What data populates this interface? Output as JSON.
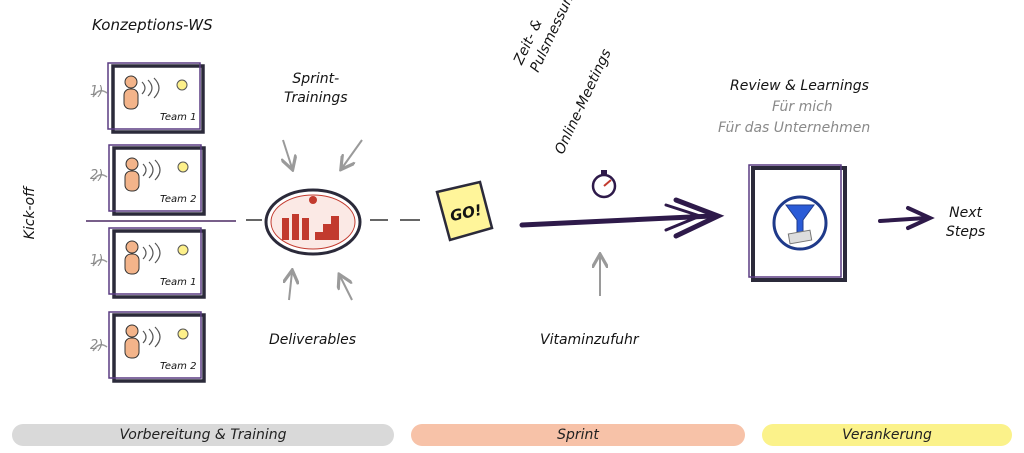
{
  "labels": {
    "kickoff": "Kick-off",
    "konzeptions_ws": "Konzeptions-WS",
    "sprint_trainings": "Sprint-\nTrainings",
    "deliverables": "Deliverables",
    "go": "GO!",
    "zeit_pulsmessungen": "Zeit- &\nPulsmessungen",
    "online_meetings": "Online-Meetings",
    "vitaminzufuhr": "Vitaminzufuhr",
    "review_learnings": "Review & Learnings",
    "fuer_mich": "Für mich",
    "fuer_unternehmen": "Für das Unternehmen",
    "next_steps": "Next\nSteps"
  },
  "workshops": [
    {
      "number": "1)",
      "team": "Team 1"
    },
    {
      "number": "2)",
      "team": "Team 2"
    },
    {
      "number": "1)",
      "team": "Team 1"
    },
    {
      "number": "2)",
      "team": "Team 2"
    }
  ],
  "phases": [
    {
      "label": "Vorbereitung & Training",
      "color": "#d9d9d9"
    },
    {
      "label": "Sprint",
      "color": "#f7c2a8"
    },
    {
      "label": "Verankerung",
      "color": "#fbf28a"
    }
  ],
  "colors": {
    "accent": "#3b1f5c",
    "frame": "#2e1a4a",
    "note": "#fff59a",
    "arrow_grey": "#9a9a9a"
  }
}
